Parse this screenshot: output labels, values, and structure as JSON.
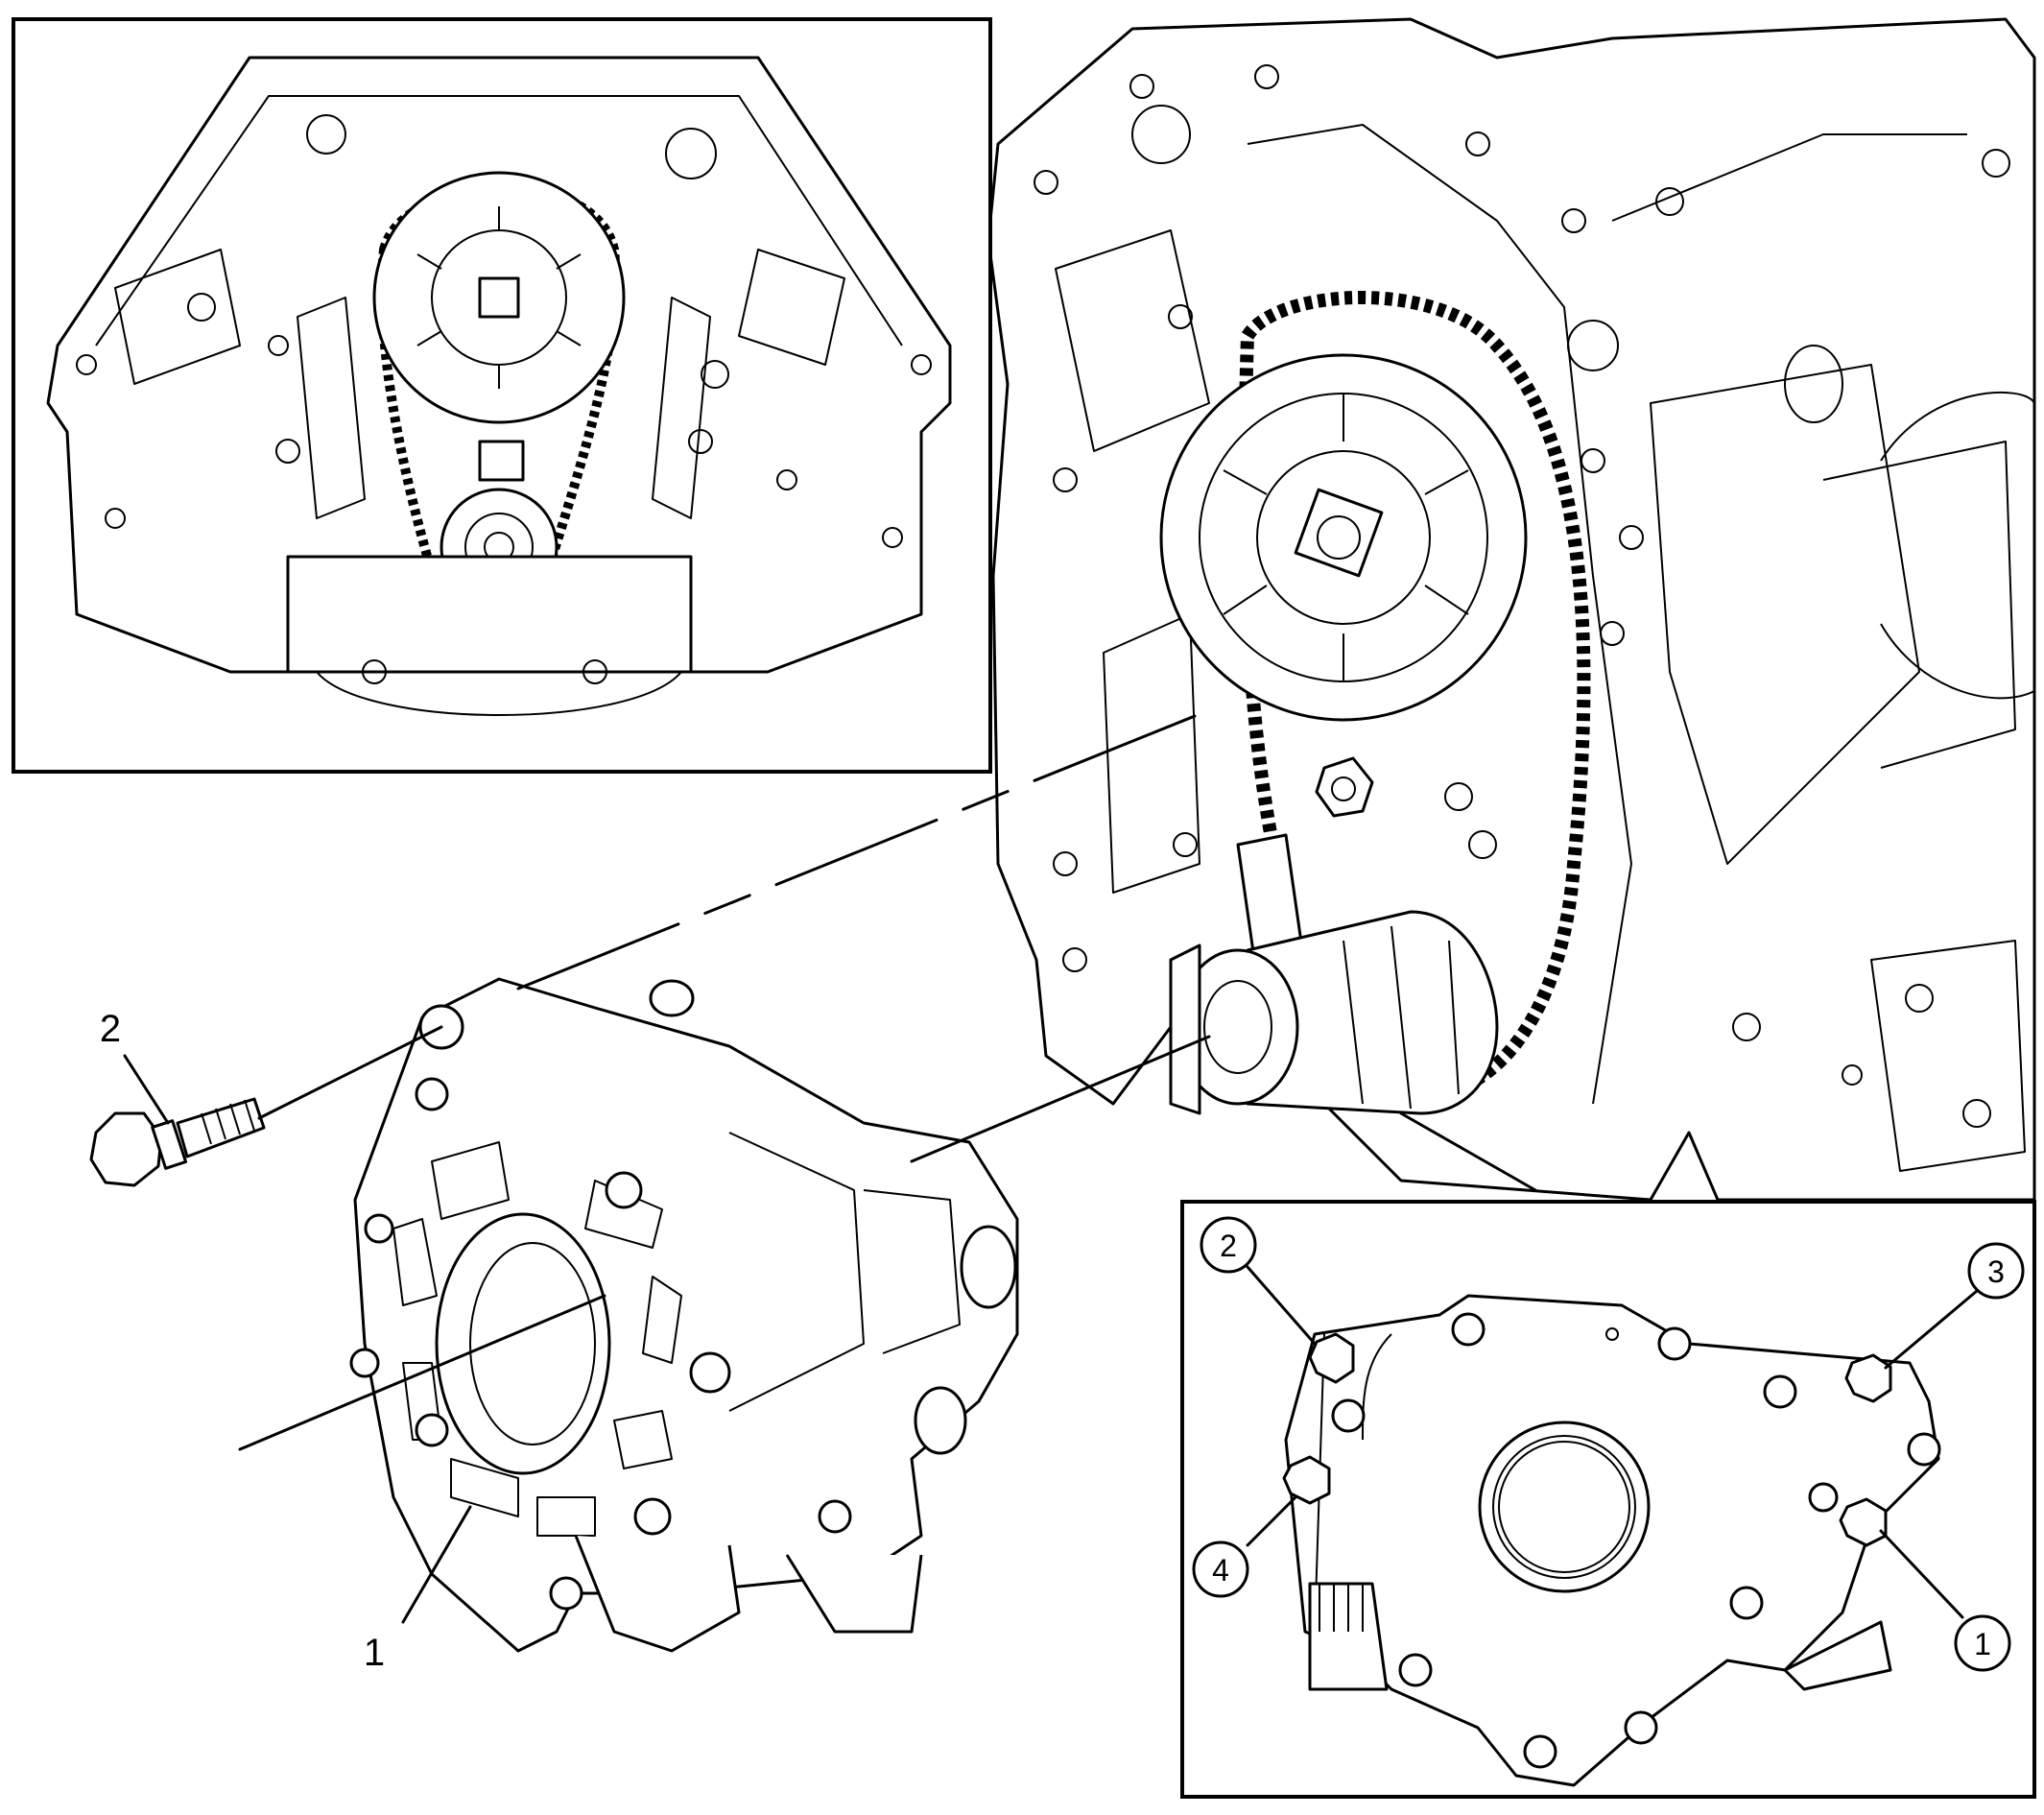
{
  "callouts": {
    "oil_pump": "1",
    "bolt": "2"
  },
  "sequence_inset": {
    "bolt_order": [
      "2",
      "3",
      "4",
      "1"
    ]
  }
}
